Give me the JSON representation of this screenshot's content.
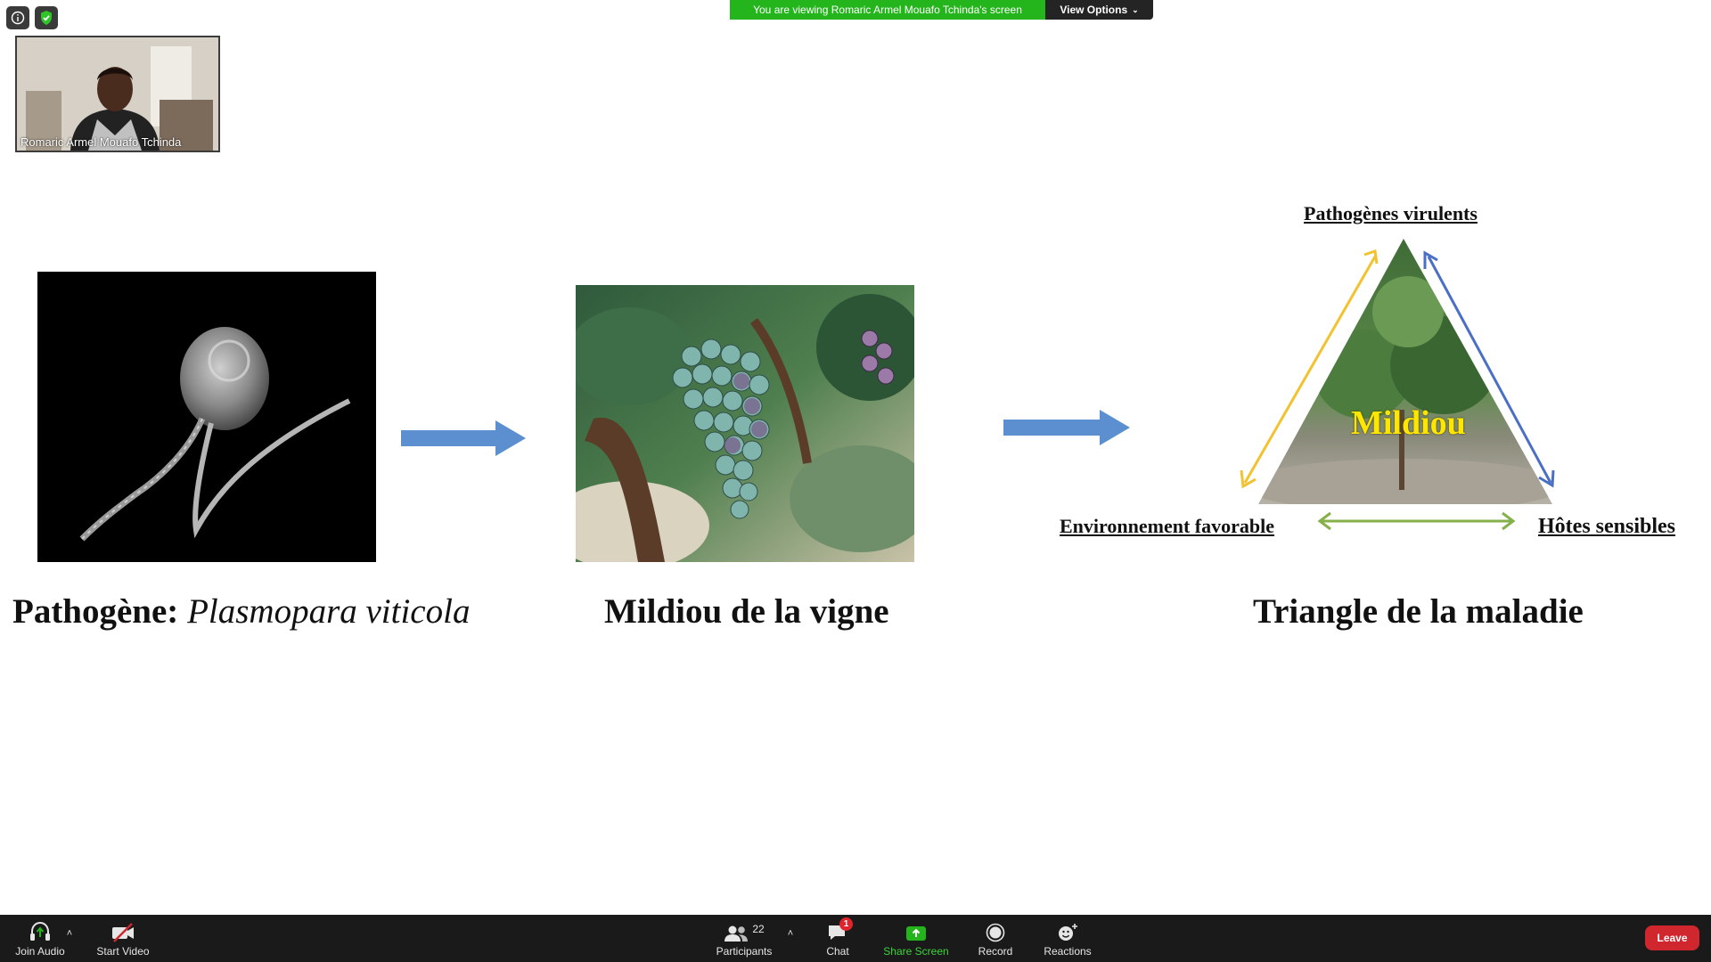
{
  "top_icons": [
    "info-icon",
    "shield-check-icon"
  ],
  "banner": {
    "viewing_text": "You are viewing Romaric Armel Mouafo Tchinda's screen",
    "view_options_label": "View Options",
    "view_options_icon": "chevron-down-icon",
    "color": "#24b51c"
  },
  "video": {
    "participant_name": "Romaric Armel Mouafo Tchinda"
  },
  "slide": {
    "caption1_prefix": "Pathogène: ",
    "caption1_species": "Plasmopara viticola",
    "caption2": "Mildiou de la vigne",
    "caption3": "Triangle de la maladie",
    "triangle": {
      "center": "Mildiou",
      "top": "Pathogènes virulents",
      "bottom_left": "Environnement favorable",
      "bottom_right": "Hôtes sensibles"
    },
    "arrow_color": "#5b8fcf",
    "triangle_center_color": "#ffe600"
  },
  "toolbar": {
    "join_audio": "Join Audio",
    "start_video": "Start Video",
    "participants": "Participants",
    "participants_count": "22",
    "chat": "Chat",
    "chat_badge": "1",
    "share_screen": "Share Screen",
    "record": "Record",
    "reactions": "Reactions",
    "leave": "Leave",
    "share_color": "#24b51c",
    "leave_color": "#d0262e"
  }
}
